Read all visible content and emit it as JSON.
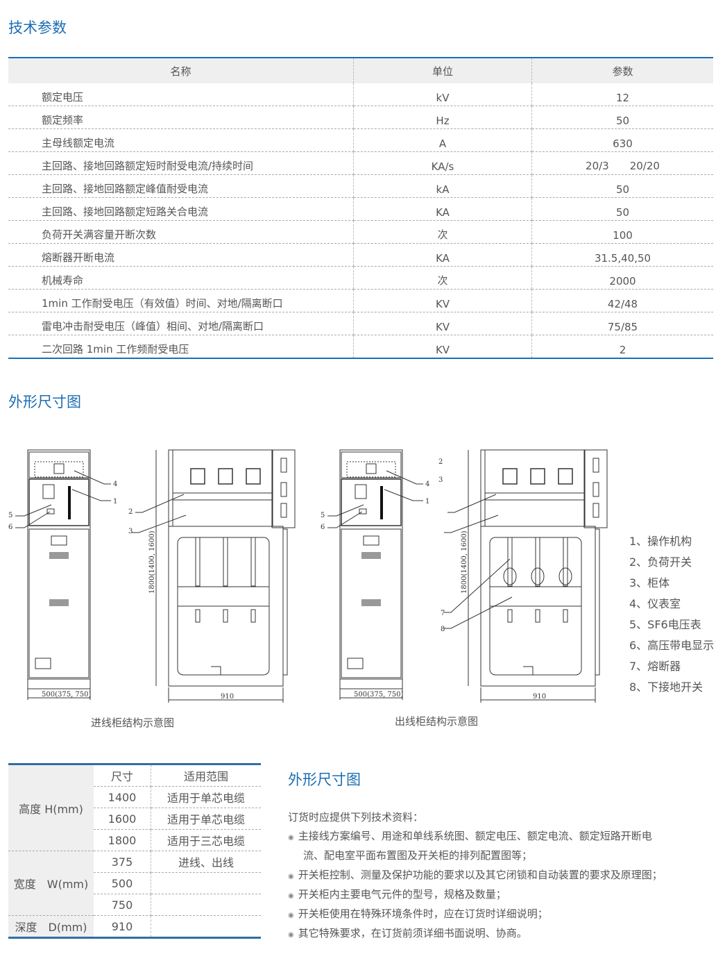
{
  "section1_title": "技术参数",
  "params": {
    "headers": [
      "名称",
      "单位",
      "参数"
    ],
    "rows": [
      [
        "额定电压",
        "kV",
        "12"
      ],
      [
        "额定频率",
        "Hz",
        "50"
      ],
      [
        "主母线额定电流",
        "A",
        "630"
      ],
      [
        "主回路、接地回路额定短时耐受电流/持续时间",
        "KA/s",
        "20/3　　20/20"
      ],
      [
        "主回路、接地回路额定峰值耐受电流",
        "kA",
        "50"
      ],
      [
        "主回路、接地回路额定短路关合电流",
        "KA",
        "50"
      ],
      [
        "负荷开关满容量开断次数",
        "次",
        "100"
      ],
      [
        "熔断器开断电流",
        "KA",
        "31.5,40,50"
      ],
      [
        "机械寿命",
        "次",
        "2000"
      ],
      [
        "1min  工作耐受电压（有效值）时间、对地/隔离断口",
        "KV",
        "42/48"
      ],
      [
        "雷电冲击耐受电压（峰值）相间、对地/隔离断口",
        "KV",
        "75/85"
      ],
      [
        "二次回路 1min  工作频耐受电压",
        "KV",
        "2"
      ]
    ]
  },
  "section2_title": "外形尺寸图",
  "drawings": {
    "incoming": {
      "caption": "进线柜结构示意图",
      "width_dim": "500(375, 750)",
      "depth_dim": "910",
      "height_dim": "1800(1400, 1600)",
      "callouts": [
        "4",
        "1",
        "5",
        "6",
        "2",
        "3"
      ]
    },
    "outgoing": {
      "caption": "出线柜结构示意图",
      "width_dim": "500(375, 750)",
      "depth_dim": "910",
      "height_dim": "1800(1400, 1600)",
      "callouts": [
        "4",
        "1",
        "5",
        "6",
        "2",
        "3",
        "7",
        "8"
      ]
    }
  },
  "legend": [
    "1、操作机构",
    "2、负荷开关",
    "3、柜体",
    "4、仪表室",
    "5、SF6电压表",
    "6、高压带电显示",
    "7、熔断器",
    "8、下接地开关"
  ],
  "dims_table": {
    "headers": [
      "尺寸",
      "适用范围"
    ],
    "height_label": "高度 H(mm)",
    "width_label": "宽度　W(mm)",
    "depth_label": "深度　D(mm)",
    "rows": [
      [
        "1400",
        "适用于单芯电缆"
      ],
      [
        "1600",
        "适用于单芯电缆"
      ],
      [
        "1800",
        "适用于三芯电缆"
      ],
      [
        "375",
        "进线、出线"
      ],
      [
        "500",
        ""
      ],
      [
        "750",
        ""
      ],
      [
        "910",
        ""
      ]
    ]
  },
  "section3_title": "外形尺寸图",
  "order_intro": "订货时应提供下列技术资料：",
  "order_items": [
    "主接线方案编号、用途和单线系统图、额定电压、额定电流、额定短路开断电",
    "流、配电室平面布置图及开关柜的排列配置图等；",
    "开关柜控制、测量及保护功能的要求以及其它闭锁和自动装置的要求及原理图；",
    "开关柜内主要电气元件的型号，规格及数量；",
    "开关柜使用在特殊环境条件时，应在订货时详细说明；",
    "其它特殊要求，在订货前须详细书面说明、协商。"
  ],
  "colors": {
    "accent": "#1b6db3",
    "header_bg": "#efefef"
  }
}
